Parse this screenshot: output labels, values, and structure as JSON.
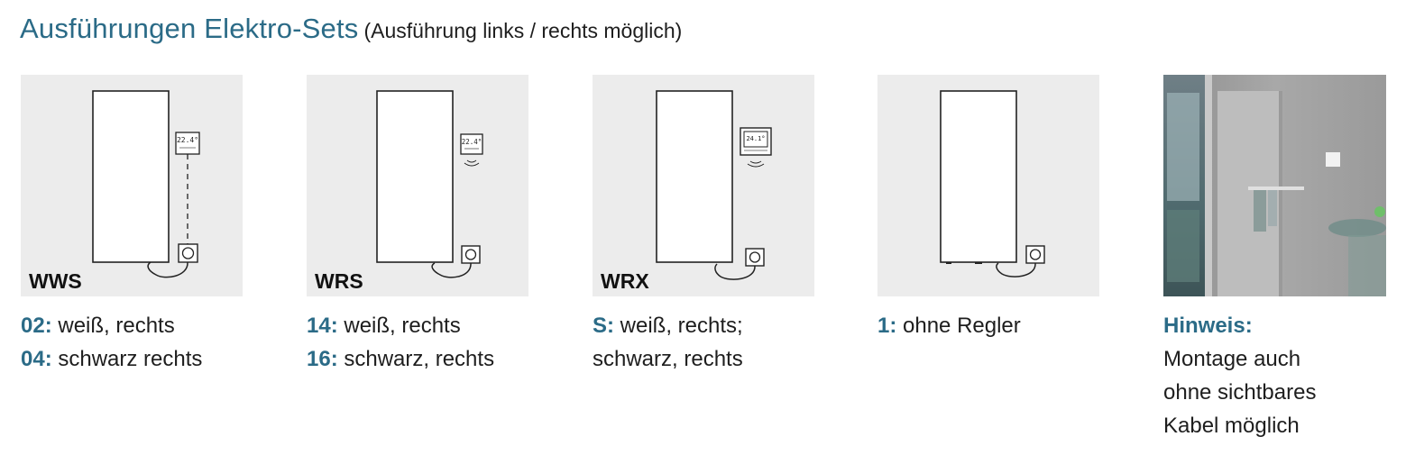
{
  "header": {
    "title": "Ausführungen Elektro-Sets",
    "subtitle": "(Ausführung links / rechts möglich)"
  },
  "variants": [
    {
      "code": "WWS",
      "lines": [
        {
          "key": "02:",
          "text": " weiß, rechts"
        },
        {
          "key": "04:",
          "text": " schwarz rechts"
        }
      ]
    },
    {
      "code": "WRS",
      "lines": [
        {
          "key": "14:",
          "text": " weiß, rechts"
        },
        {
          "key": "16:",
          "text": " schwarz, rechts"
        }
      ]
    },
    {
      "code": "WRX",
      "lines": [
        {
          "key": "S:",
          "text": " weiß, rechts;"
        },
        {
          "key": "",
          "text": "schwarz, rechts"
        }
      ]
    },
    {
      "code": "",
      "lines": [
        {
          "key": "1:",
          "text": " ohne Regler"
        }
      ]
    }
  ],
  "note": {
    "label": "Hinweis:",
    "lines": [
      "Montage auch",
      "ohne sichtbares",
      "Kabel möglich"
    ]
  },
  "colors": {
    "accent": "#2b6b87",
    "tile_bg": "#ececec"
  },
  "icons": [
    "radiator-icon",
    "thermostat-icon",
    "wireless-signal-icon",
    "power-socket-icon"
  ]
}
